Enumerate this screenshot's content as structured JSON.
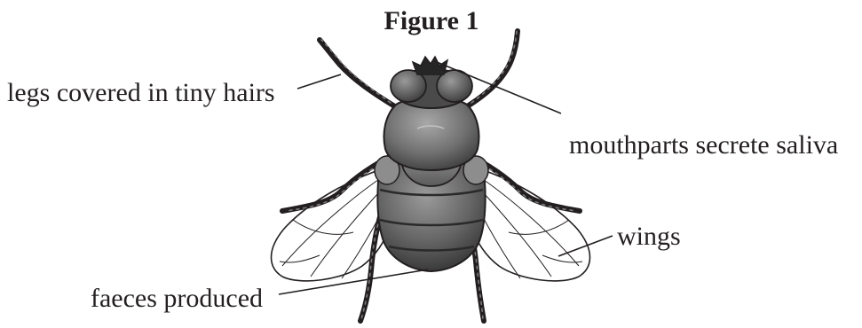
{
  "figure": {
    "title": "Figure 1",
    "labels": {
      "legs": "legs covered in tiny hairs",
      "mouthparts": "mouthparts secrete saliva",
      "wings": "wings",
      "faeces": "faeces produced"
    },
    "colors": {
      "ink": "#231f20",
      "body_dark": "#3a3a3a",
      "body_mid": "#6d6d6d",
      "body_light": "#9c9c9c",
      "wing_fill": "#ffffff"
    }
  }
}
